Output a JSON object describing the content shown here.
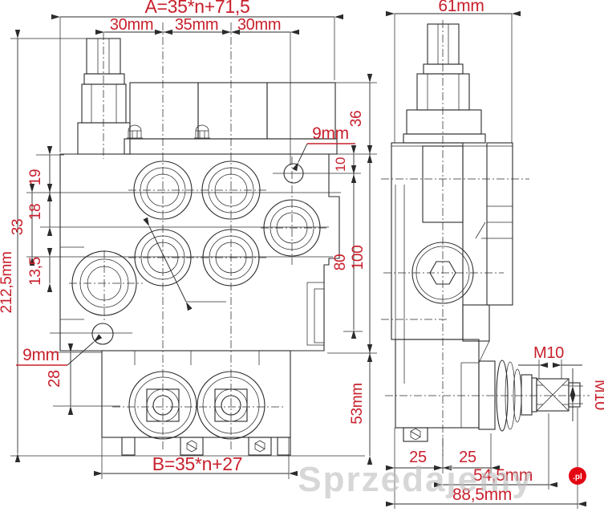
{
  "front_view": {
    "formula_top": "A=35*n+71,5",
    "pitch_left": "30mm",
    "pitch_mid": "35mm",
    "pitch_right": "30mm",
    "height_total": "212,5mm",
    "h19": "19",
    "h18": "18",
    "h33": "33",
    "h13_5": "13,5",
    "hole_top": "9mm",
    "hole_bottom": "9mm",
    "h28": "28",
    "v36": "36",
    "v10": "10",
    "v100": "100",
    "v80": "80",
    "bottom_height": "53mm",
    "formula_bottom": "B=35*n+27"
  },
  "side_view": {
    "width": "61mm",
    "thread_top": "M10",
    "thread_right": "M10",
    "d25_left": "25",
    "d25_right": "25",
    "d54_5": "54,5mm",
    "d88_5": "88,5mm"
  },
  "watermark": {
    "text": "Sprzedajemy",
    "badge": ".pl"
  },
  "colors": {
    "dimension_text": "#c8202c",
    "line": "#2b2b2b",
    "watermark": "#bdbdbd",
    "badge": "#e30613"
  }
}
